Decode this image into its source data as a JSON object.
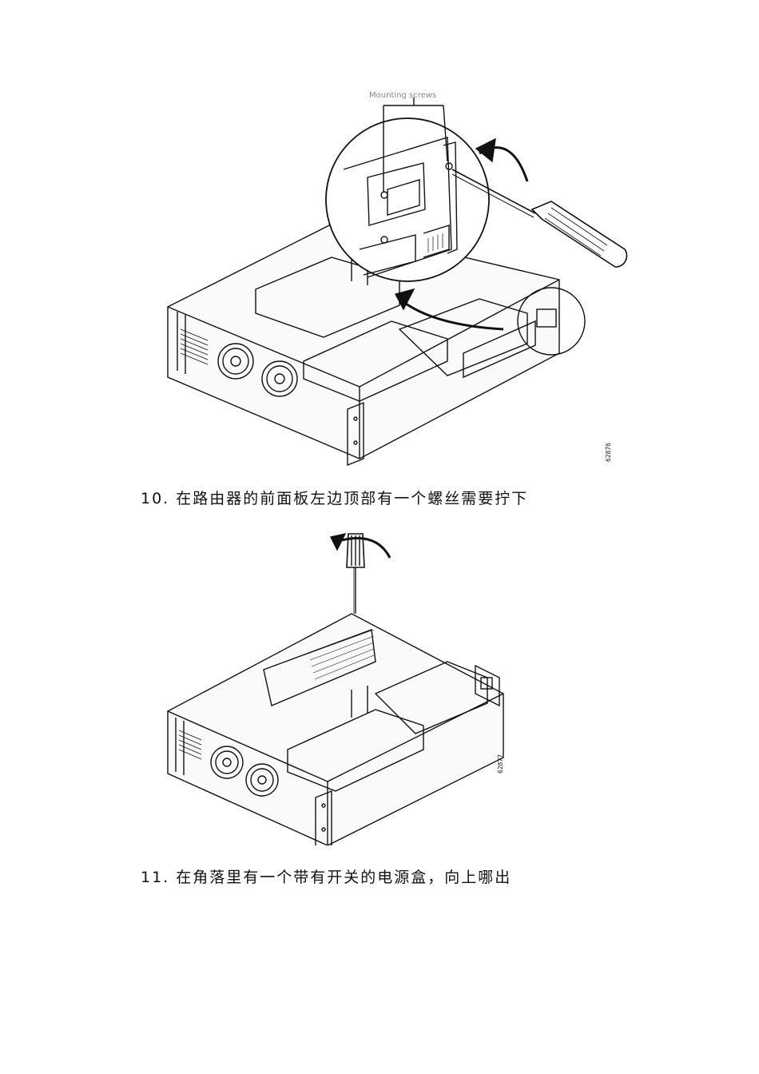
{
  "steps": [
    {
      "number": "10.",
      "text": "在路由器的前面板左边顶部有一个螺丝需要拧下"
    },
    {
      "number": "11.",
      "text": "在角落里有一个带有开关的电源盒，向上哪出"
    }
  ],
  "figures": [
    {
      "callout": "Mounting screws",
      "figure_id": "62876"
    },
    {
      "figure_id": "62877"
    }
  ]
}
